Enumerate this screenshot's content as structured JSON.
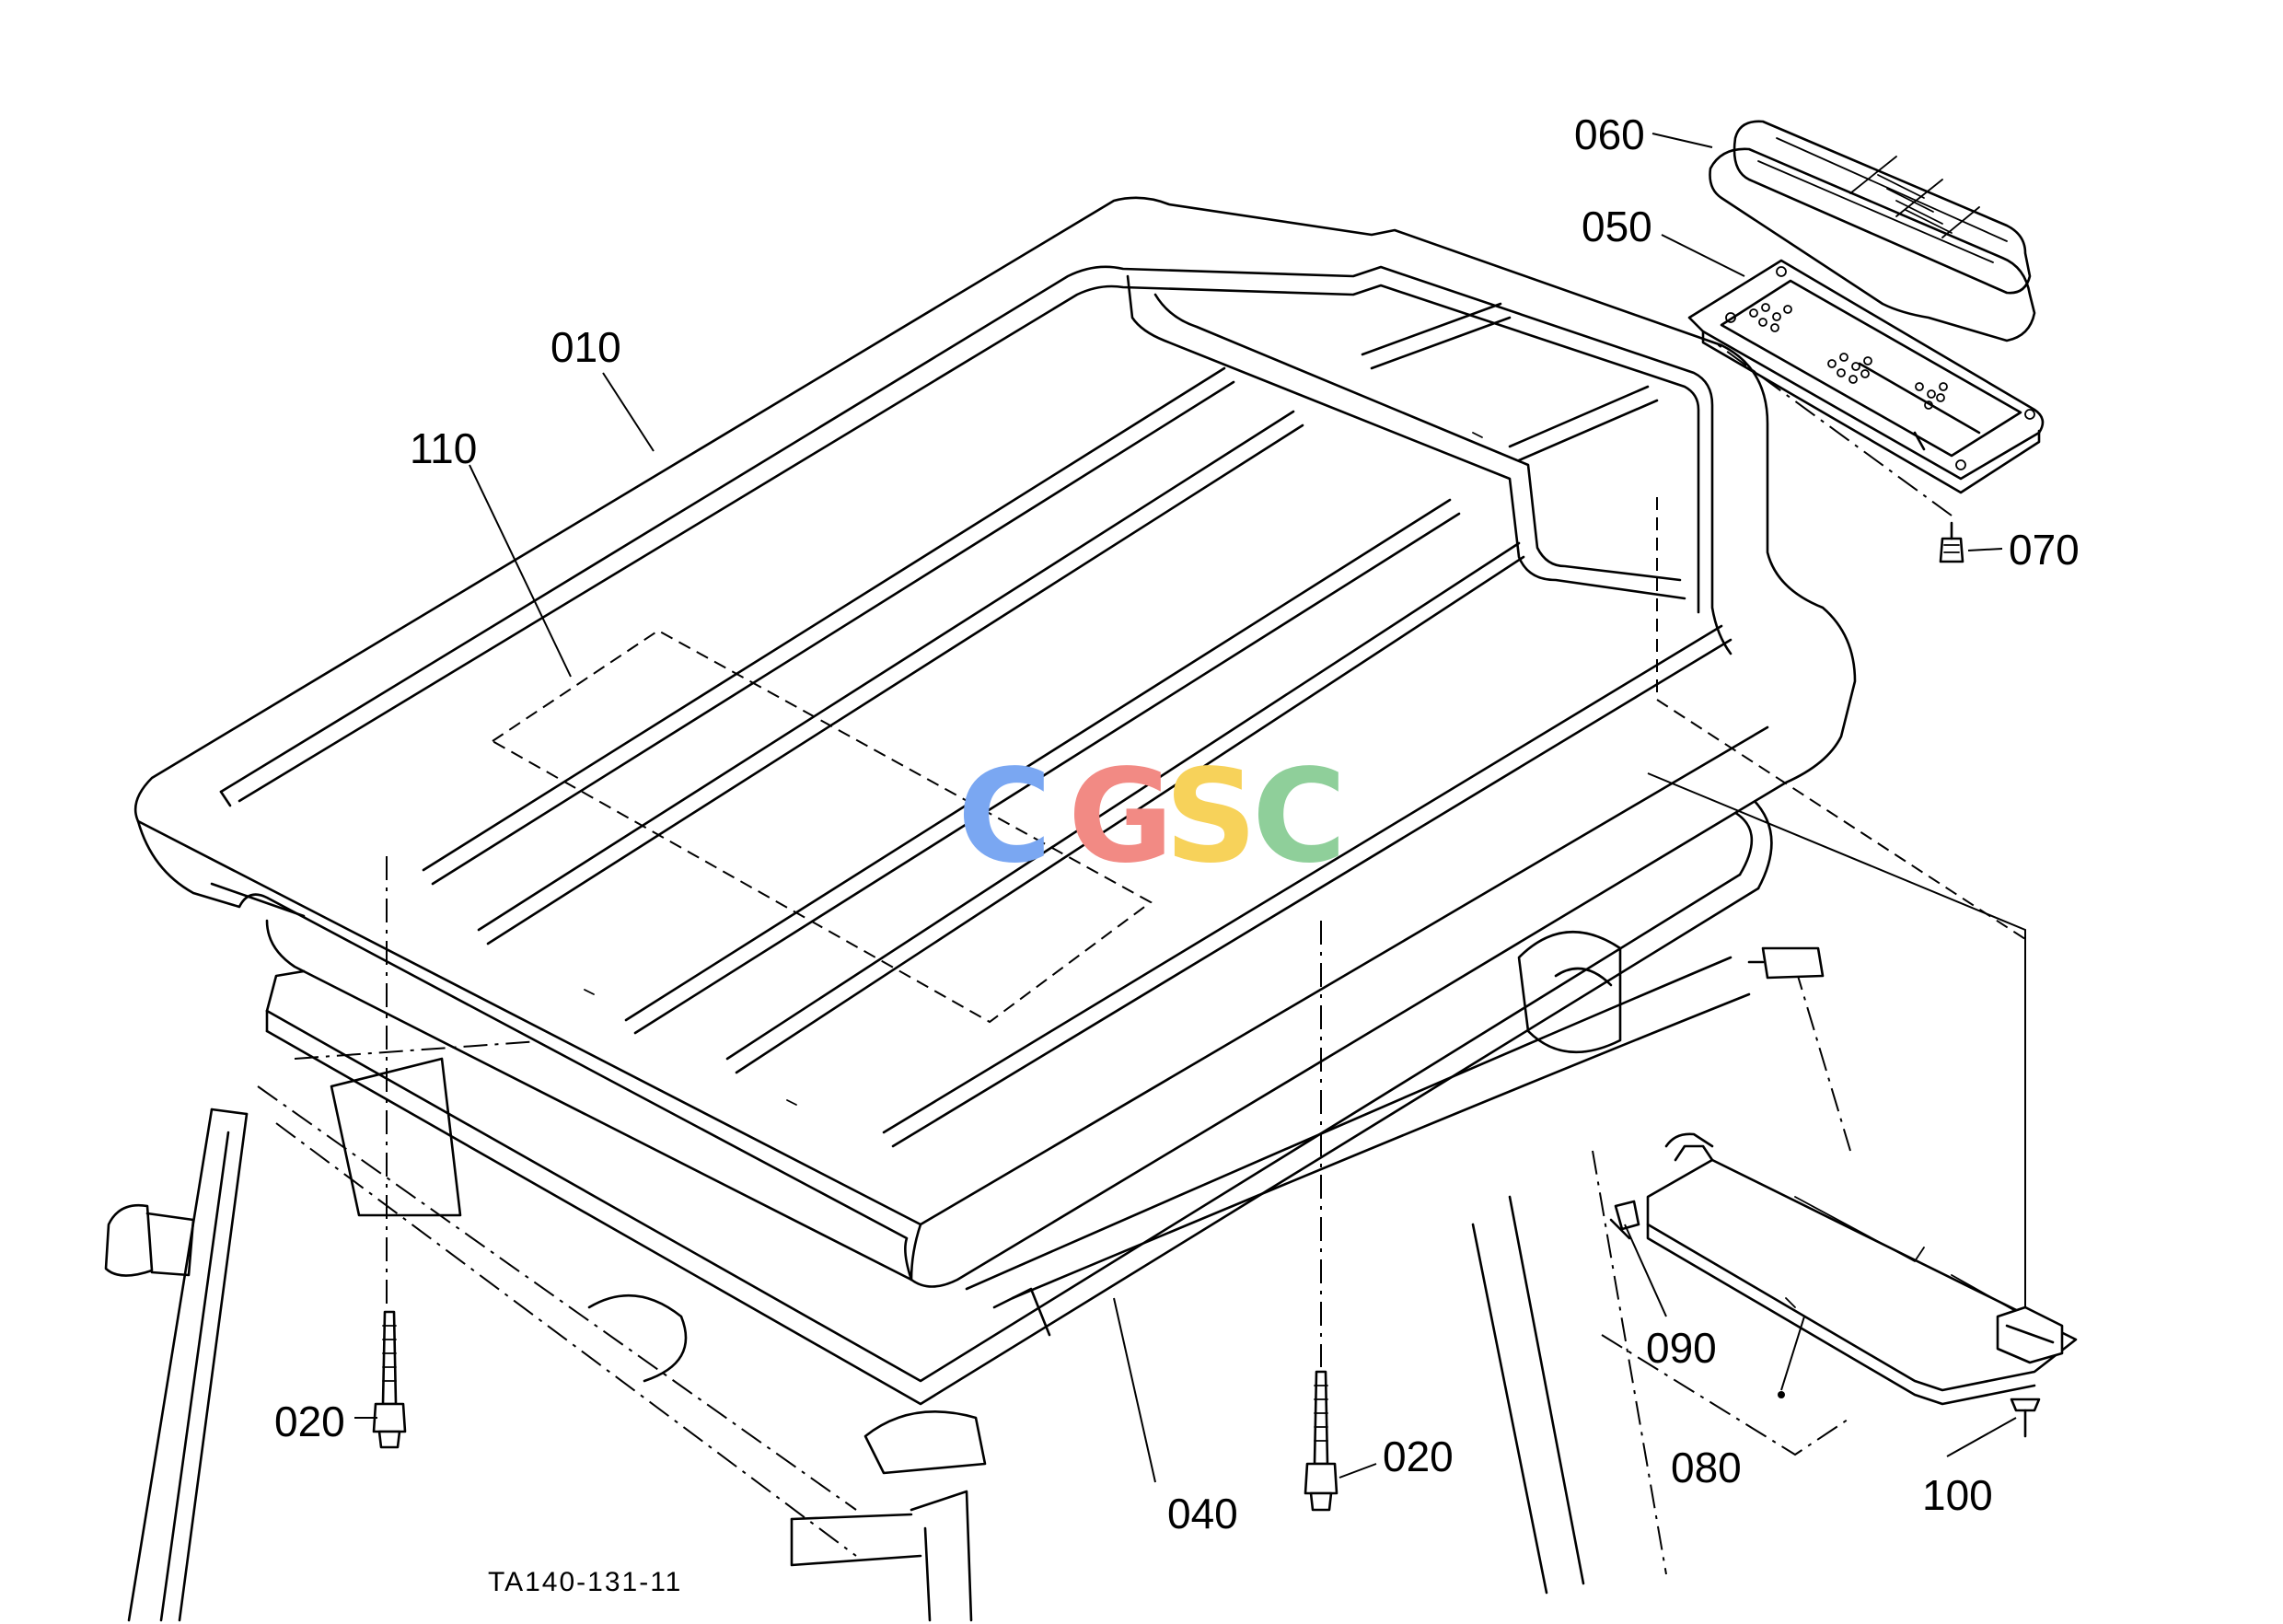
{
  "diagram": {
    "drawing_code": "TA140-131-11",
    "watermark": {
      "letters": [
        {
          "char": "C",
          "color": "#7aa7f2"
        },
        {
          "char": "G",
          "color": "#f28a84"
        },
        {
          "char": "S",
          "color": "#f7d25a"
        },
        {
          "char": "C",
          "color": "#8fcf9a"
        }
      ]
    },
    "parts": {
      "p010": "010",
      "p110": "110",
      "p060": "060",
      "p050": "050",
      "p070": "070",
      "p020_left": "020",
      "p020_right": "020",
      "p040": "040",
      "p090": "090",
      "p080": "080",
      "p100": "100"
    }
  }
}
